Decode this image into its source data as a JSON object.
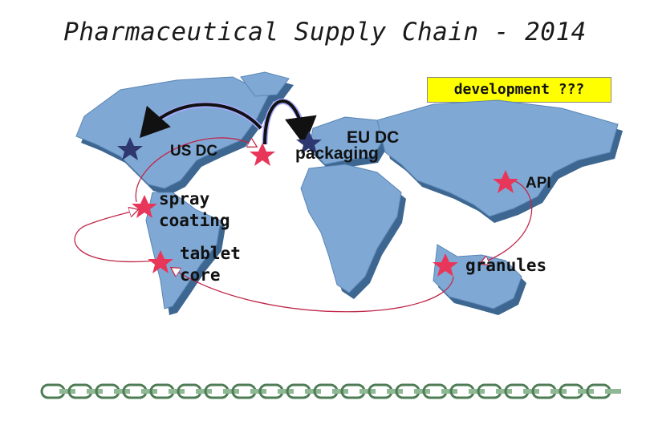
{
  "title": "Pharmaceutical Supply Chain - 2014",
  "callout": "development ???",
  "nodes": {
    "us_dc": "US DC",
    "eu_dc": "EU DC",
    "packaging": "packaging",
    "api": "API",
    "spray_coating_line1": "spray",
    "spray_coating_line2": "coating",
    "tablet_core_line1": "tablet",
    "tablet_core_line2": "core",
    "granules": "granules"
  },
  "colors": {
    "land": "#7fa9d4",
    "land_shadow": "#3d6691",
    "dc_star": "#2e3770",
    "site_star": "#e8365a",
    "arrow_black": "#111111",
    "flow_arrow": "#c0284a",
    "callout_bg": "#ffff00",
    "chain": "#6f9e74"
  }
}
